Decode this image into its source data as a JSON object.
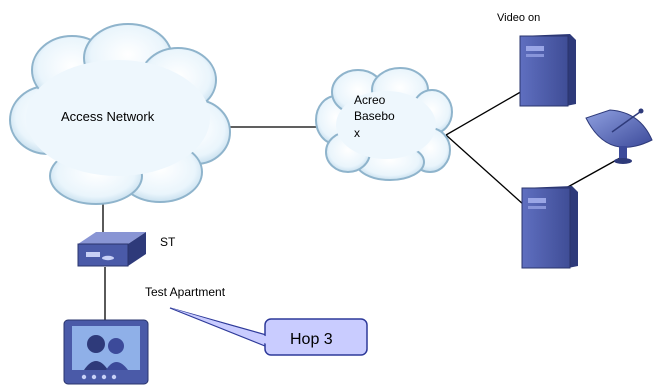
{
  "labels": {
    "access_network": "Access Network",
    "acreo_line1": "Acreo",
    "acreo_line2": "Basebo",
    "acreo_line3": "x",
    "video_on": "Video on",
    "st": "ST",
    "test_apartment": "Test Apartment",
    "hop": "Hop 3"
  },
  "colors": {
    "cloud_fill": "#e6f3fb",
    "cloud_stroke": "#8fb4cc",
    "server_body": "#4a5aa8",
    "server_shade": "#2e3a7a",
    "callout_fill": "#c9ccff",
    "line": "#000000"
  },
  "icons": {
    "server": "server-tower-icon",
    "dish": "satellite-dish-icon",
    "stb": "set-top-box-icon",
    "tv": "tv-icon"
  }
}
